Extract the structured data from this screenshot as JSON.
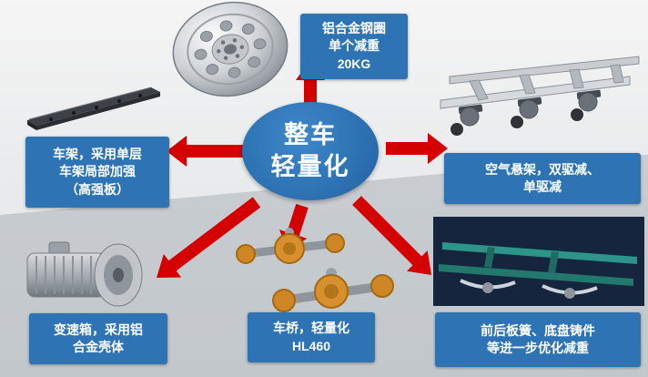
{
  "center": {
    "line1": "整车",
    "line2": "轻量化"
  },
  "labels": {
    "wheel": [
      "铝合金钢圈",
      "单个减重",
      "20KG"
    ],
    "frame": [
      "车架，采用单层",
      "车架局部加强",
      "（高强板）"
    ],
    "suspension": [
      "空气悬架，双驱减、",
      "单驱减"
    ],
    "gearbox": [
      "变速箱，采用铝",
      "合金壳体"
    ],
    "axle": [
      "车桥，轻量化",
      "HL460"
    ],
    "springs": [
      "前后板簧、底盘铸件",
      "等进一步优化减重"
    ]
  },
  "images": {
    "wheel": "aluminum-wheel-photo",
    "frame": "chassis-frame-rail-photo",
    "suspension": "air-suspension-assembly-photo",
    "gearbox": "transmission-photo",
    "axle": "axle-assembly-photo",
    "springs": "leaf-spring-chassis-photo"
  },
  "colors": {
    "box_blue": "#2e74b5",
    "arrow_red": "#d40000",
    "label_text": "#ffffff"
  }
}
